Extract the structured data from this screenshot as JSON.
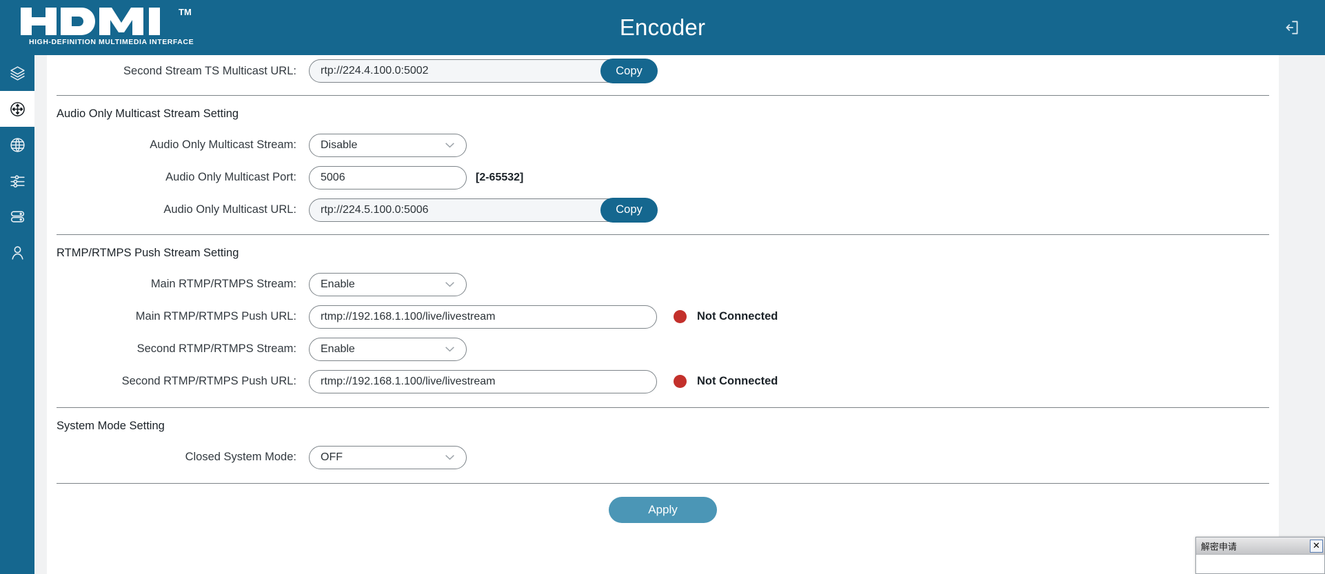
{
  "header": {
    "title": "Encoder",
    "logo_text": "HDMI",
    "logo_tm": "TM",
    "logo_tagline": "HIGH-DEFINITION MULTIMEDIA INTERFACE",
    "logout_icon": "logout-icon",
    "bg_color": "#15678F"
  },
  "sidebar": {
    "items": [
      {
        "icon": "layers-icon",
        "active": false
      },
      {
        "icon": "move-crosshair-icon",
        "active": true
      },
      {
        "icon": "globe-icon",
        "active": false
      },
      {
        "icon": "sliders-icon",
        "active": false
      },
      {
        "icon": "server-stack-icon",
        "active": false
      },
      {
        "icon": "user-icon",
        "active": false
      }
    ]
  },
  "form": {
    "top_row": {
      "label": "Second Stream TS Multicast URL:",
      "value": "rtp://224.4.100.0:5002",
      "copy_label": "Copy"
    },
    "sections": [
      {
        "title": "Audio Only Multicast Stream Setting",
        "rows": [
          {
            "type": "select",
            "label": "Audio Only Multicast Stream:",
            "value": "Disable"
          },
          {
            "type": "input",
            "label": "Audio Only Multicast Port:",
            "value": "5006",
            "hint": "[2-65532]"
          },
          {
            "type": "url",
            "label": "Audio Only Multicast URL:",
            "value": "rtp://224.5.100.0:5006",
            "copy_label": "Copy"
          }
        ]
      },
      {
        "title": "RTMP/RTMPS Push Stream Setting",
        "rows": [
          {
            "type": "select",
            "label": "Main RTMP/RTMPS Stream:",
            "value": "Enable"
          },
          {
            "type": "url-status",
            "label": "Main RTMP/RTMPS Push URL:",
            "value": "rtmp://192.168.1.100/live/livestream",
            "status": "Not Connected",
            "status_color": "#C3302B"
          },
          {
            "type": "select",
            "label": "Second RTMP/RTMPS Stream:",
            "value": "Enable"
          },
          {
            "type": "url-status",
            "label": "Second RTMP/RTMPS Push URL:",
            "value": "rtmp://192.168.1.100/live/livestream",
            "status": "Not Connected",
            "status_color": "#C3302B"
          }
        ]
      },
      {
        "title": "System Mode Setting",
        "rows": [
          {
            "type": "select",
            "label": "Closed System Mode:",
            "value": "OFF"
          }
        ]
      }
    ],
    "apply_label": "Apply"
  },
  "popup": {
    "title": "解密申请",
    "close_label": "✕"
  }
}
